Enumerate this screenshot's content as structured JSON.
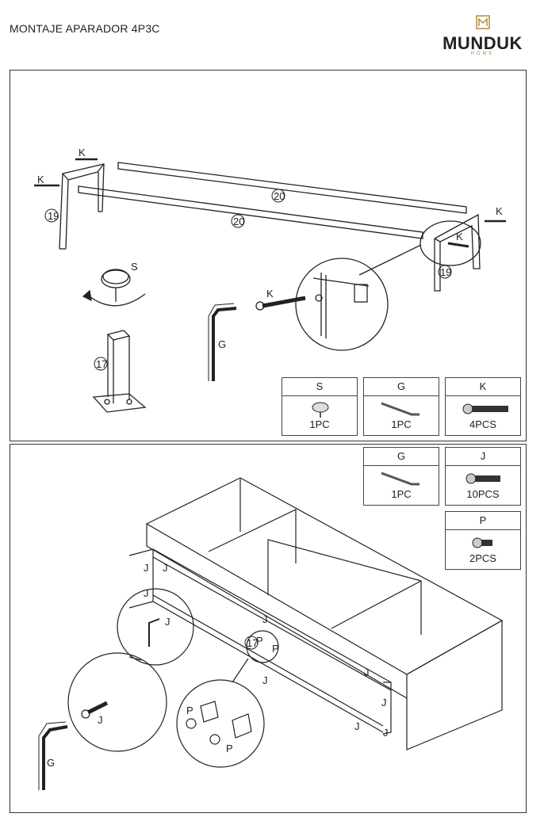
{
  "document": {
    "title": "MONTAJE APARADOR 4P3C",
    "brand": "MUNDUK",
    "brand_sub": "HOME"
  },
  "step1": {
    "labels": {
      "k": "K",
      "s": "S",
      "g": "G",
      "p19": "19",
      "p20": "20",
      "p17": "17"
    },
    "parts": [
      {
        "code": "S",
        "qty": "1PC"
      },
      {
        "code": "G",
        "qty": "1PC"
      },
      {
        "code": "K",
        "qty": "4PCS"
      }
    ]
  },
  "step2": {
    "labels": {
      "j": "J",
      "g": "G",
      "p": "P",
      "p17": "17"
    },
    "parts": [
      {
        "code": "G",
        "qty": "1PC"
      },
      {
        "code": "J",
        "qty": "10PCS"
      },
      {
        "code": "P",
        "qty": "2PCS"
      }
    ]
  }
}
